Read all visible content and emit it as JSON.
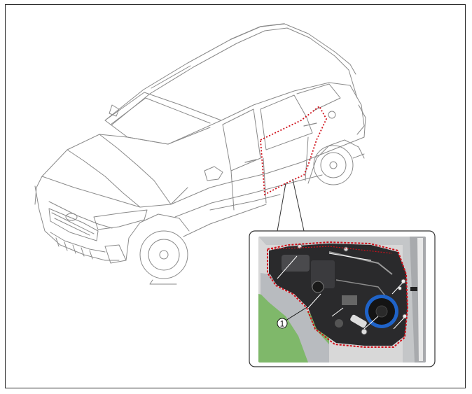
{
  "callouts": [
    {
      "number": "1"
    }
  ],
  "colors": {
    "dashed_outline": "#d0101a",
    "line_art": "#8a8a8a",
    "frame": "#2b2b2b",
    "ground_green": "#7fb86a",
    "speaker_blue": "#1f63c8"
  },
  "icons": {
    "vehicle": "suv-line-art",
    "detail": "rear-door-inner-panel-photo"
  }
}
